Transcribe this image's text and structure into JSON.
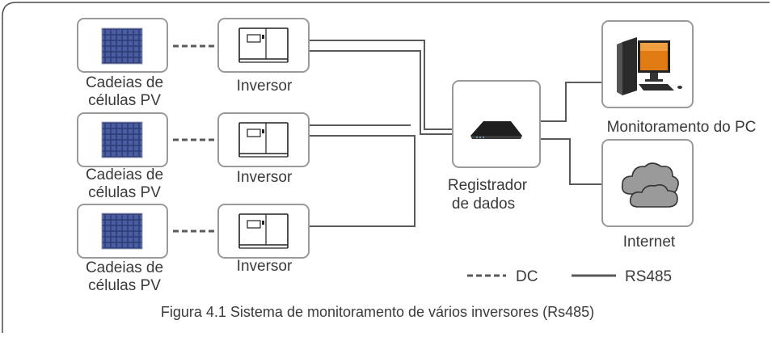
{
  "pv_strings": [
    {
      "line1": "Cadeias de",
      "line2": "células PV"
    },
    {
      "line1": "Cadeias de",
      "line2": "células PV"
    },
    {
      "line1": "Cadeias de",
      "line2": "células PV"
    }
  ],
  "inverters": [
    {
      "label": "Inversor"
    },
    {
      "label": "Inversor"
    },
    {
      "label": "Inversor"
    }
  ],
  "datalogger": {
    "line1": "Registrador",
    "line2": "de dados"
  },
  "pc": {
    "label": "Monitoramento do PC"
  },
  "internet": {
    "label": "Internet"
  },
  "legend": {
    "dc_label": "DC",
    "rs485_label": "RS485"
  },
  "caption": "Figura 4.1 Sistema de monitoramento de vários inversores (Rs485)",
  "colors": {
    "frame": "#4a4a4a",
    "box_border": "#9a9a9a",
    "line": "#5a5a5a",
    "panel": "#3b4a86"
  }
}
